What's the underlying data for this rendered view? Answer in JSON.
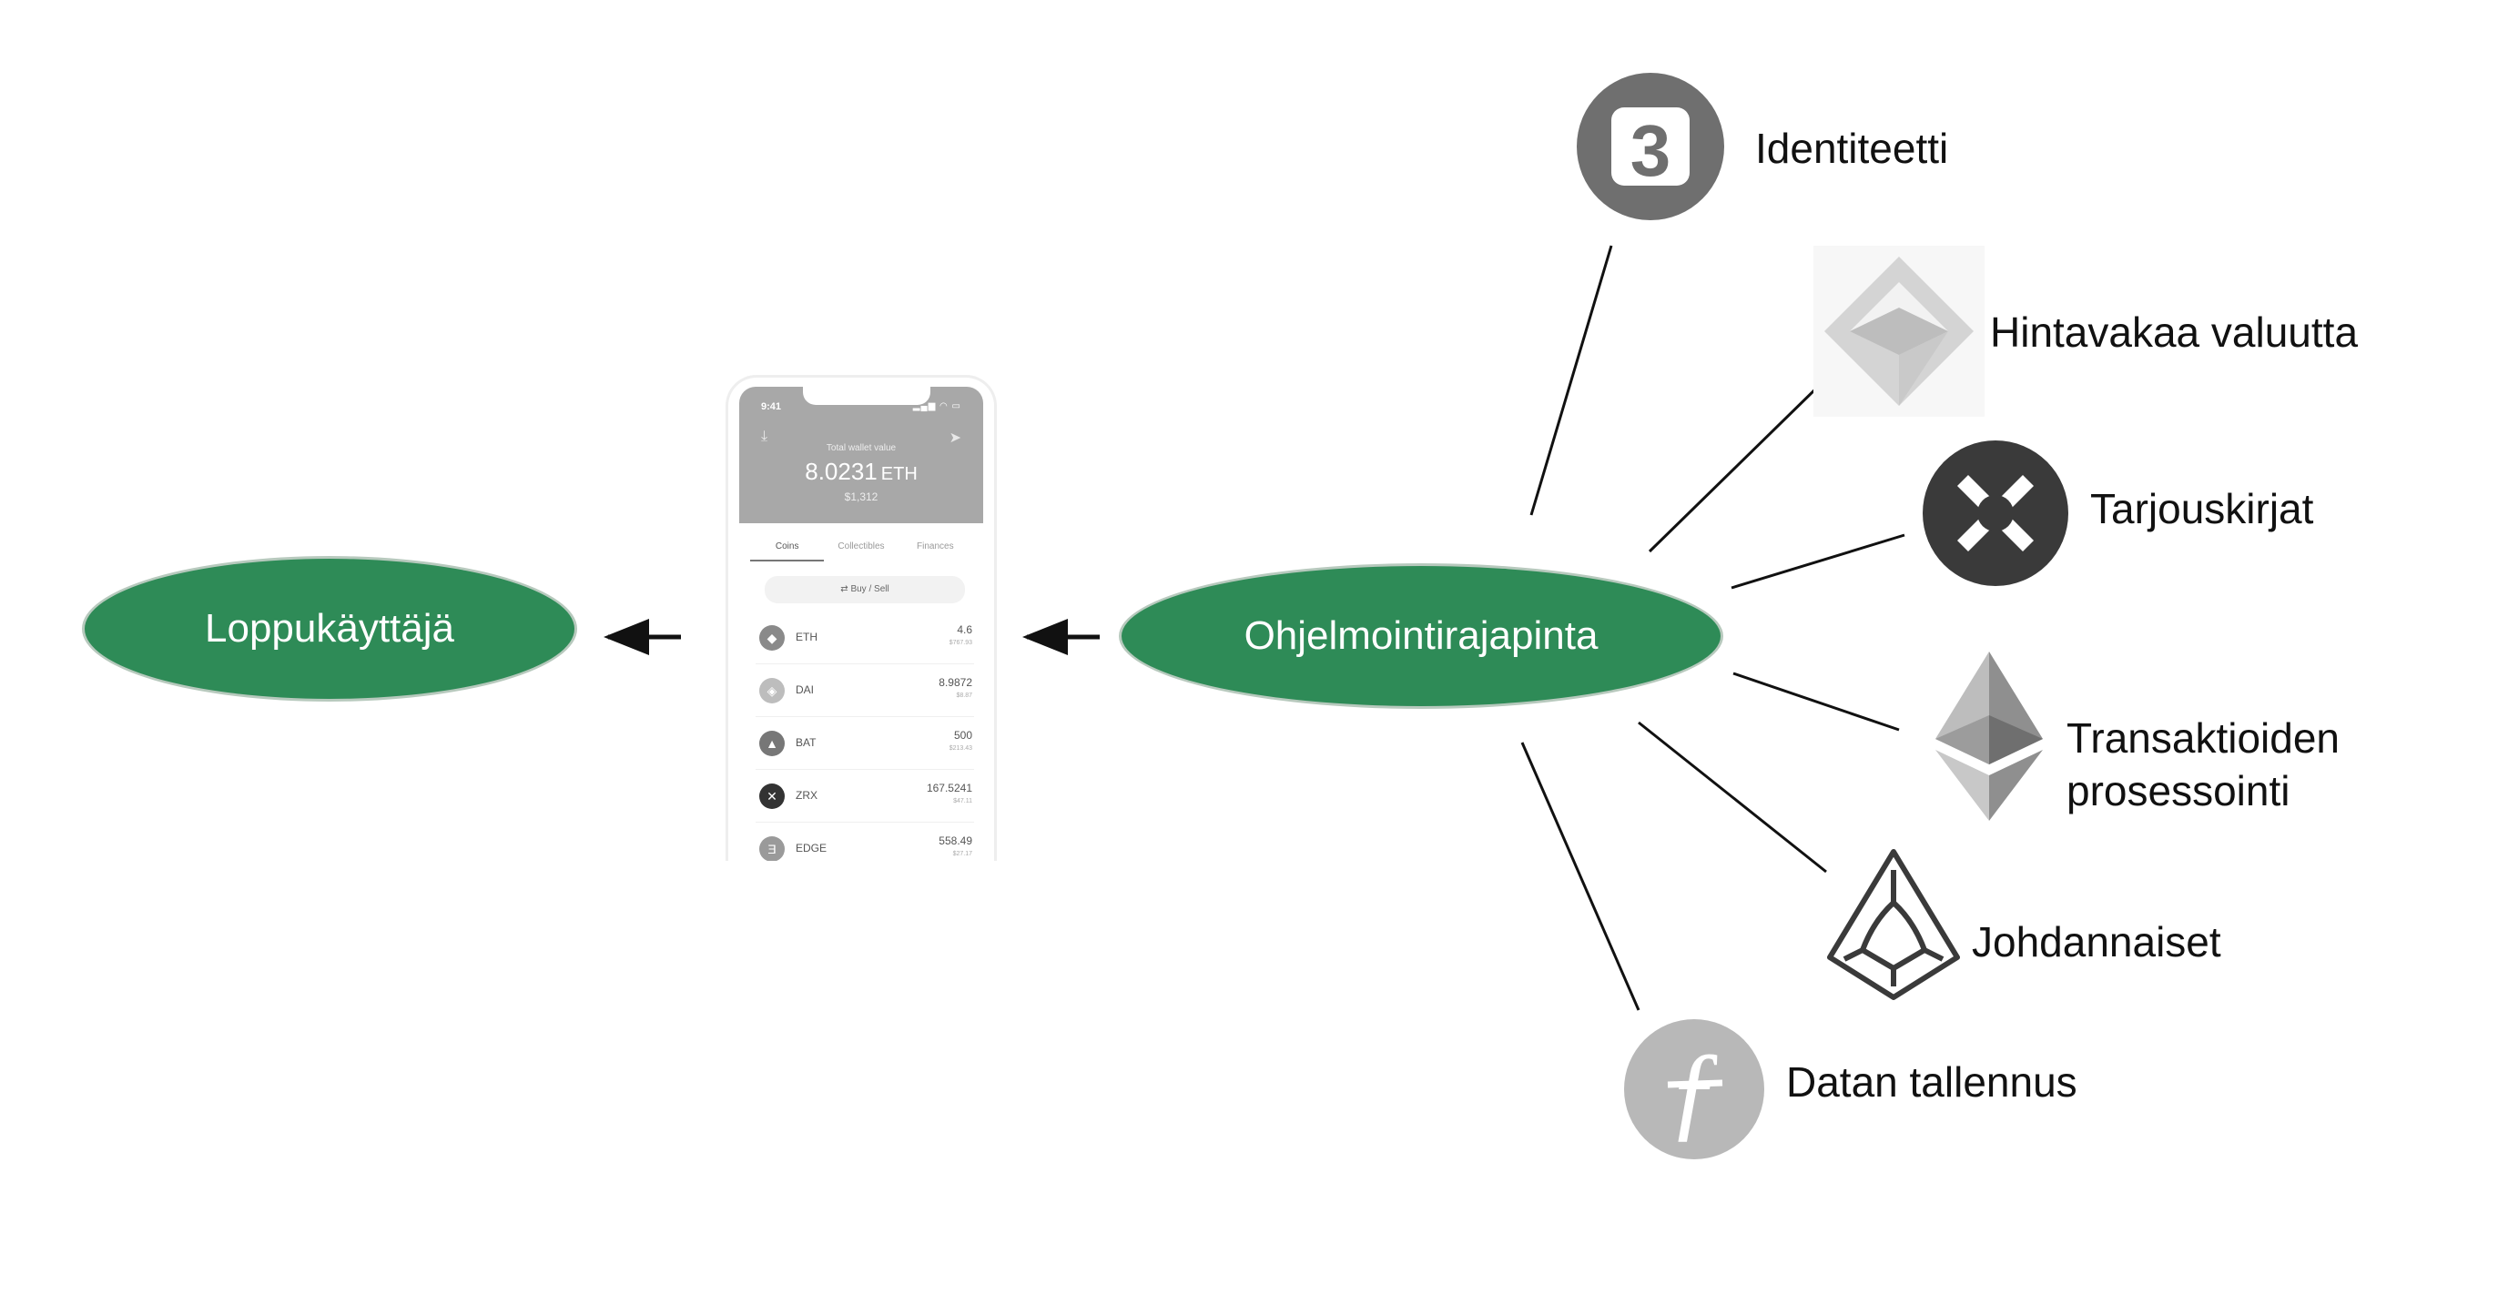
{
  "nodes": {
    "end_user": "Loppukäyttäjä",
    "api": "Ohjelmointirajapinta"
  },
  "services": [
    {
      "label": "Identiteetti",
      "icon": "3box-icon"
    },
    {
      "label": "Hintavakaa valuutta",
      "icon": "dai-diamond-icon"
    },
    {
      "label": "Tarjouskirjat",
      "icon": "0x-icon"
    },
    {
      "label": "Transaktioiden prosessointi",
      "line1": "Transaktioiden",
      "line2": "prosessointi",
      "icon": "ethereum-icon"
    },
    {
      "label": "Johdannaiset",
      "icon": "augur-icon"
    },
    {
      "label": "Datan tallennus",
      "icon": "filecoin-icon"
    }
  ],
  "identity_icon_glyph": "3",
  "filecoin_glyph": "ƒ",
  "phone": {
    "time": "9:41",
    "status": "▂▄▆ ◠ ▭",
    "wallet_caption": "Total wallet value",
    "wallet_value": "8.0231",
    "wallet_unit": "ETH",
    "wallet_usd": "$1,312",
    "tabs": [
      "Coins",
      "Collectibles",
      "Finances"
    ],
    "buy_sell": "⇄  Buy / Sell",
    "coins": [
      {
        "symbol": "ETH",
        "amount": "4.6",
        "usd": "$767.93",
        "glyph": "◆"
      },
      {
        "symbol": "DAI",
        "amount": "8.9872",
        "usd": "$8.87",
        "glyph": "◈"
      },
      {
        "symbol": "BAT",
        "amount": "500",
        "usd": "$213.43",
        "glyph": "▲"
      },
      {
        "symbol": "ZRX",
        "amount": "167.5241",
        "usd": "$47.11",
        "glyph": "✕"
      },
      {
        "symbol": "EDGE",
        "amount": "558.49",
        "usd": "$27.17",
        "glyph": "Ǝ"
      }
    ]
  },
  "colors": {
    "node_fill": "#2e8b57",
    "node_border": "#b7c9bd",
    "line": "#111111",
    "icon_gray": "#7a7a7a"
  }
}
